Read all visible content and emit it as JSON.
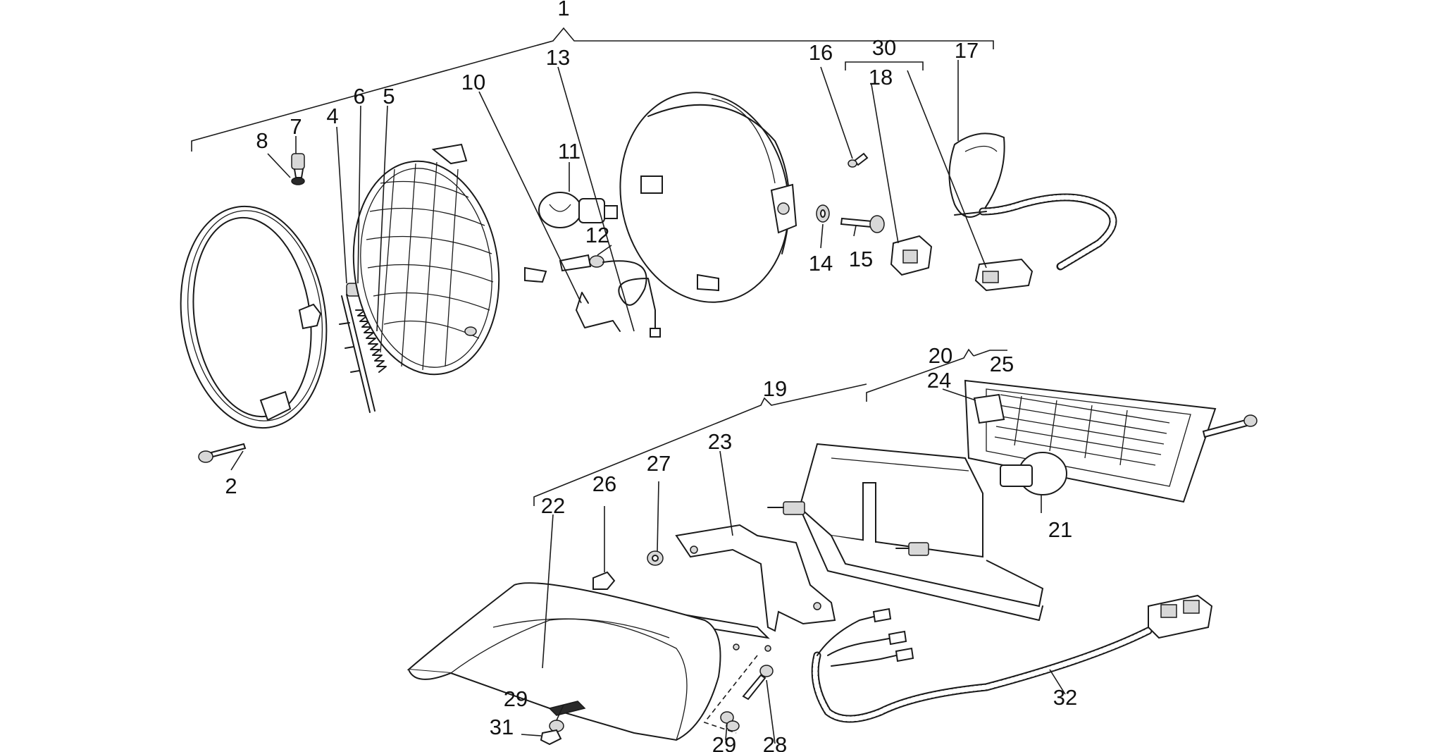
{
  "diagram": {
    "callouts": {
      "c1": "1",
      "c2": "2",
      "c4": "4",
      "c5": "5",
      "c6": "6",
      "c7": "7",
      "c8": "8",
      "c10": "10",
      "c11": "11",
      "c12": "12",
      "c13": "13",
      "c14": "14",
      "c15": "15",
      "c16": "16",
      "c17": "17",
      "c18": "18",
      "c19": "19",
      "c20": "20",
      "c21": "21",
      "c22": "22",
      "c23": "23",
      "c24": "24",
      "c25": "25",
      "c26": "26",
      "c27": "27",
      "c28": "28",
      "c29a": "29",
      "c29b": "29",
      "c30": "30",
      "c31": "31",
      "c32": "32"
    }
  }
}
